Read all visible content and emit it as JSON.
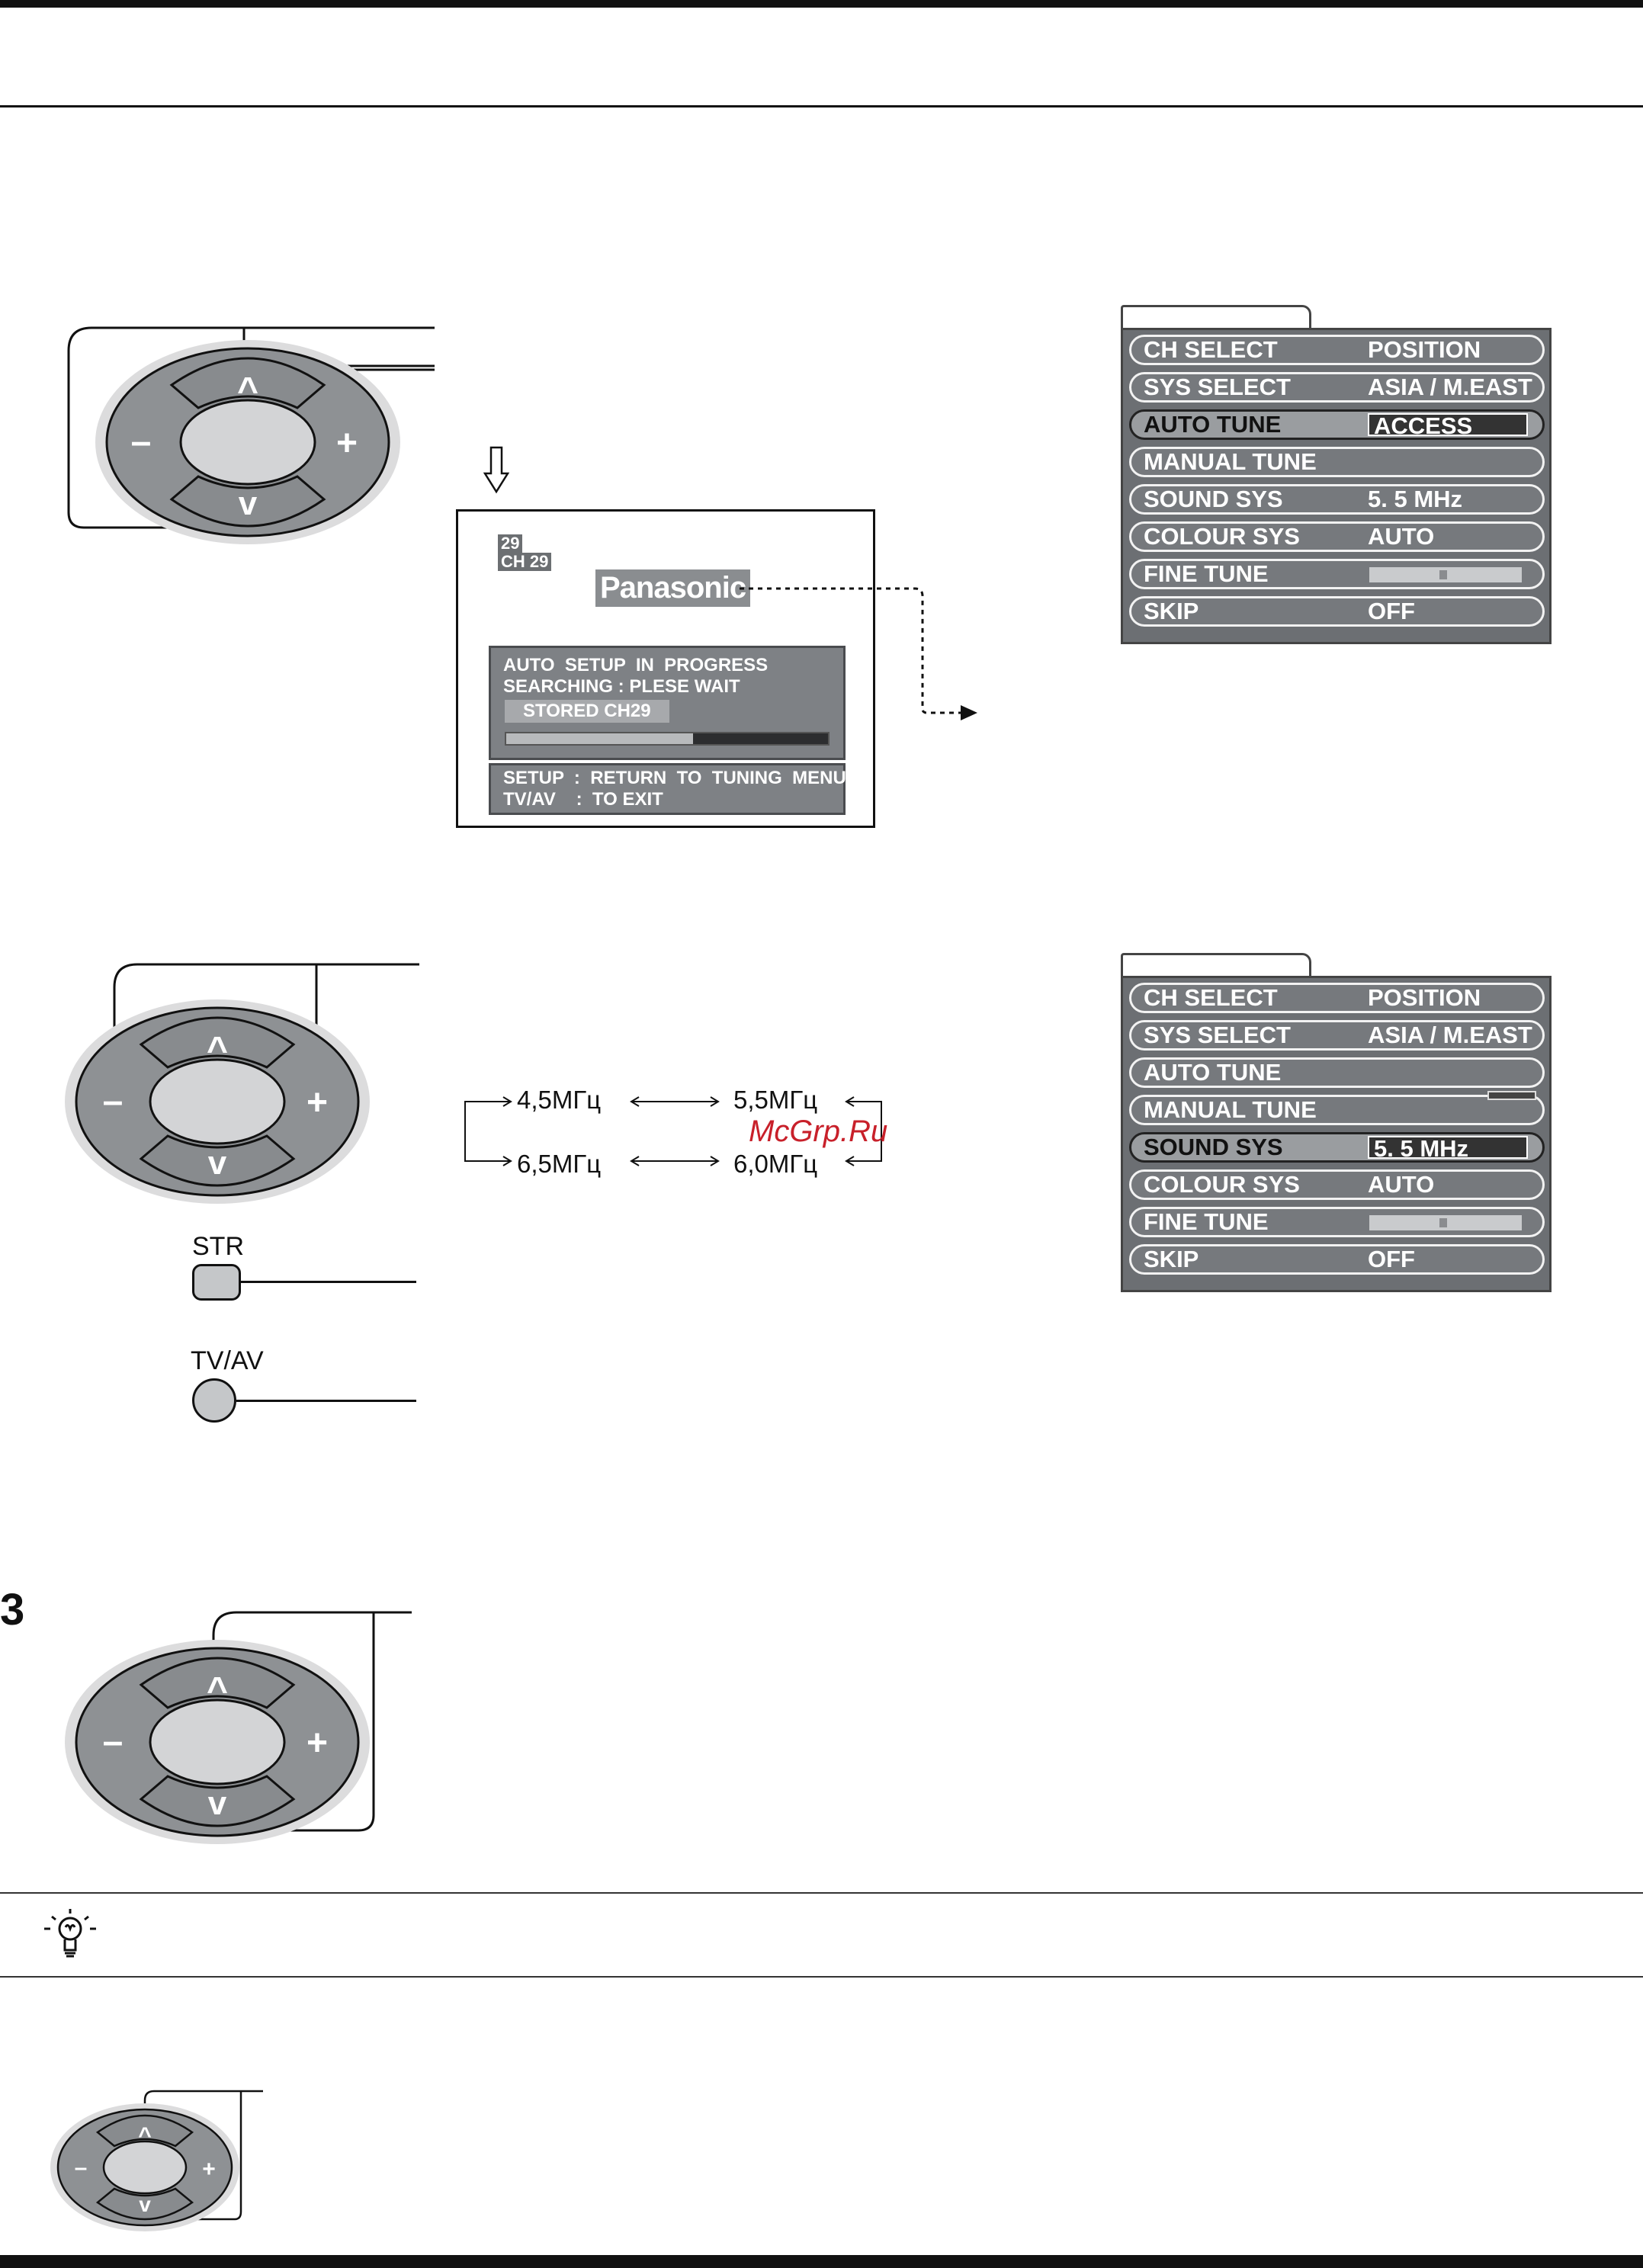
{
  "step3_number": "3",
  "osd_screen": {
    "channel_number": "29",
    "channel_label": "CH 29",
    "brand": "Panasonic",
    "progress_lines": [
      "AUTO  SETUP  IN  PROGRESS",
      "SEARCHING : PLESE WAIT"
    ],
    "stored": "STORED  CH29",
    "progress_fraction": 0.58,
    "hint_lines": [
      "SETUP  :  RETURN  TO  TUNING  MENU",
      "TV/AV    :  TO EXIT"
    ]
  },
  "menu_top": {
    "rows": [
      {
        "label": "CH  SELECT",
        "value": "POSITION"
      },
      {
        "label": "SYS SELECT",
        "value": "ASIA / M.EAST"
      },
      {
        "label": "AUTO  TUNE",
        "value": "ACCESS"
      },
      {
        "label": "MANUAL  TUNE",
        "value": ""
      },
      {
        "label": "SOUND  SYS",
        "value": "5. 5 MHz"
      },
      {
        "label": "COLOUR SYS",
        "value": "AUTO"
      },
      {
        "label": "FINE  TUNE",
        "value": ""
      },
      {
        "label": "SKIP",
        "value": "OFF"
      }
    ],
    "selected_index": 2
  },
  "menu_bottom": {
    "rows": [
      {
        "label": "CH  SELECT",
        "value": "POSITION"
      },
      {
        "label": "SYS SELECT",
        "value": "ASIA / M.EAST"
      },
      {
        "label": "AUTO  TUNE",
        "value": ""
      },
      {
        "label": "MANUAL  TUNE",
        "value": ""
      },
      {
        "label": "SOUND  SYS",
        "value": "5. 5 MHz"
      },
      {
        "label": "COLOUR SYS",
        "value": "AUTO"
      },
      {
        "label": "FINE  TUNE",
        "value": ""
      },
      {
        "label": "SKIP",
        "value": "OFF"
      }
    ],
    "selected_index": 4
  },
  "sound_cycle": {
    "f1": "4,5МГц",
    "f2": "5,5МГц",
    "f3": "6,5МГц",
    "f4": "6,0МГц"
  },
  "buttons": {
    "str": "STR",
    "tvav": "TV/AV"
  },
  "watermark": "McGrp.Ru"
}
